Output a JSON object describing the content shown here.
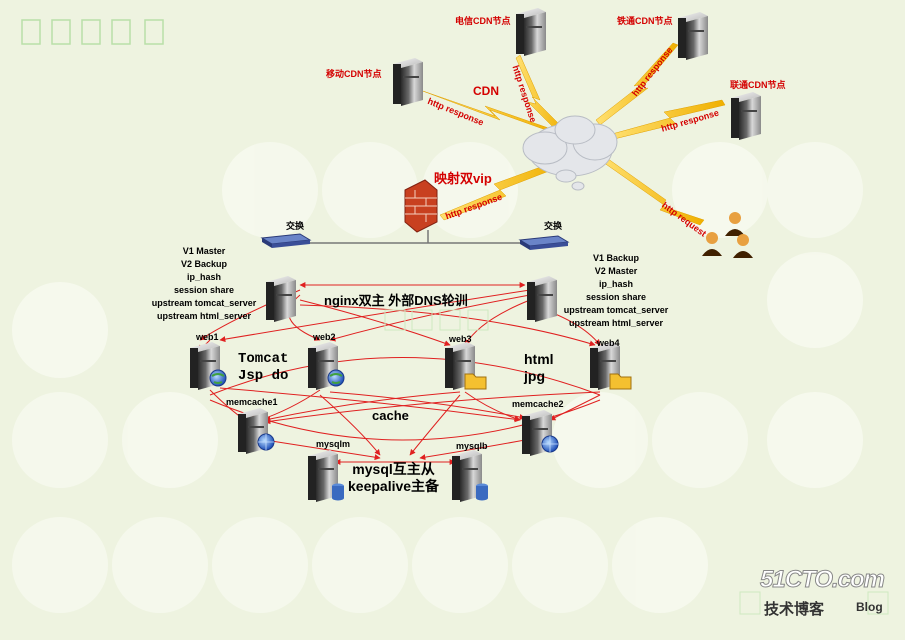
{
  "cdn_nodes": {
    "mobile": "移动CDN节点",
    "telecom": "电信CDN节点",
    "railcom": "铁通CDN节点",
    "unicom": "联通CDN节点"
  },
  "cdn_label": "CDN",
  "http_response": "http response",
  "http_request": "http request",
  "vip_label": "映射双vip",
  "switch_label": "交换",
  "nginx_label": "nginx双主  外部DNS轮训",
  "left_config": [
    "V1  Master",
    "V2  Backup",
    "ip_hash",
    "session  share",
    "upstream  tomcat_server",
    "upstream  html_server"
  ],
  "right_config": [
    "V1  Backup",
    "V2  Master",
    "ip_hash",
    "session  share",
    "upstream  tomcat_server",
    "upstream  html_server"
  ],
  "web_nodes": {
    "web1": "web1",
    "web2": "web2",
    "web3": "web3",
    "web4": "web4"
  },
  "tomcat_text": [
    "Tomcat",
    "Jsp do"
  ],
  "html_text": [
    "html",
    "jpg"
  ],
  "cache_label": "cache",
  "memcache": {
    "m1": "memcache1",
    "m2": "memcache2"
  },
  "mysql": {
    "master": "mysqlm",
    "backup": "mysqlb"
  },
  "mysql_text": [
    "mysql互主从",
    "keepalive主备"
  ],
  "watermark": {
    "site": "51CTO.com",
    "sub": "技术博客",
    "blog": "Blog"
  },
  "colors": {
    "arrow": "#e02020",
    "lightning": "#f0d040",
    "label_red": "#d40000"
  }
}
